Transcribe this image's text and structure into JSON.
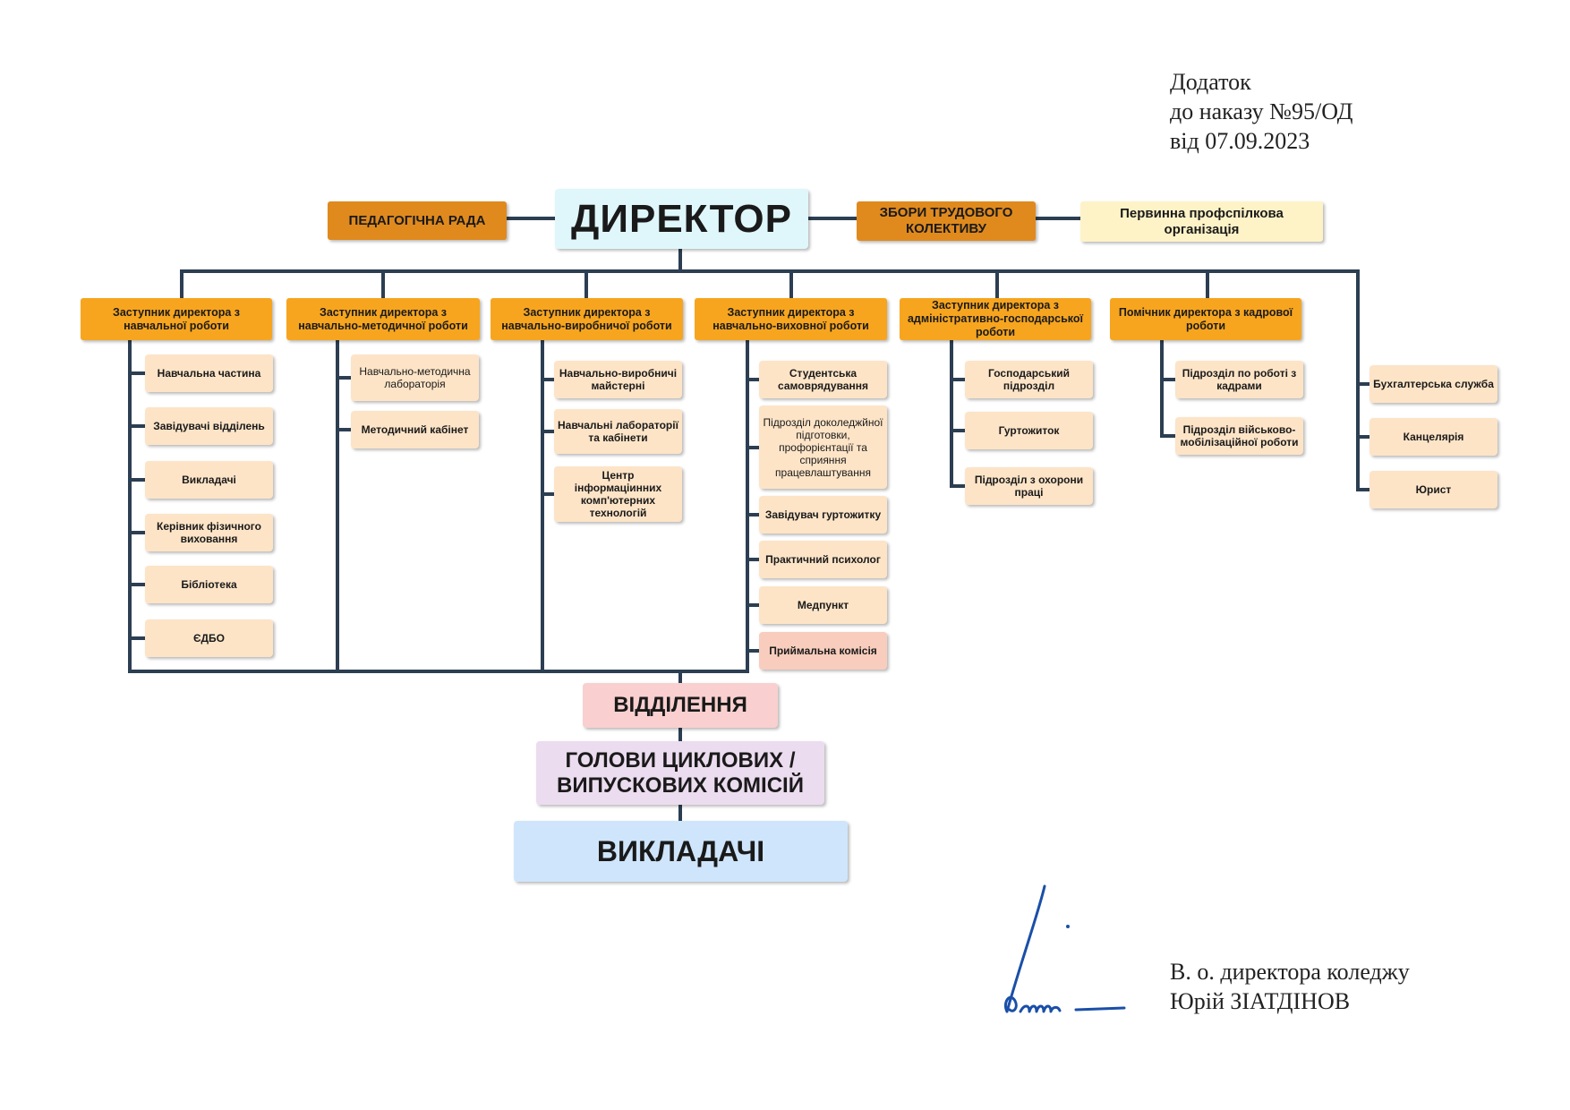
{
  "header": {
    "line1": "Додаток",
    "line2": "до наказу №95/ОД",
    "line3": "від 07.09.2023"
  },
  "colors": {
    "connector": "#2c3e52",
    "deputy": "#f7a51f",
    "council": "#e08a1e",
    "union": "#fef3c7",
    "unit": "#fde4c7",
    "unit_pink": "#f8cdbd",
    "director": "#dff7fb",
    "departments": "#f9d0cf",
    "heads": "#ecdcef",
    "teachers": "#cfe5fb",
    "signature_ink": "#1a4fa8"
  },
  "top": {
    "director": "ДИРЕКТОР",
    "ped_council": "ПЕДАГОГІЧНА РАДА",
    "labor_meeting": "ЗБОРИ ТРУДОВОГО КОЛЕКТИВУ",
    "union": "Первинна профспілкова організація"
  },
  "columns": [
    {
      "head": "Заступник директора з навчальної роботи",
      "units": [
        "Навчальна частина",
        "Завідувачі відділень",
        "Викладачі",
        "Керівник фізичного виховання",
        "Бібліотека",
        "ЄДБО"
      ]
    },
    {
      "head": "Заступник директора з навчально-методичної роботи",
      "units": [
        "Навчально-методична лабораторія",
        "Методичний кабінет"
      ]
    },
    {
      "head": "Заступник директора з навчально-виробничої роботи",
      "units": [
        "Навчально-виробничі майстерні",
        "Навчальні лабораторії та кабінети",
        "Центр інформаціинних комп'ютерних технологій"
      ]
    },
    {
      "head": "Заступник директора з навчально-виховної роботи",
      "units": [
        "Студентська самоврядування",
        "Підрозділ доколеджйної підготовки, профорієнтації та сприяння працевлаштування",
        "Завідувач гуртожитку",
        "Практичний психолог",
        "Медпункт",
        "Приймальна комісія"
      ]
    },
    {
      "head": "Заступник директора з адміністративно-господарської роботи",
      "units": [
        "Господарський підрозділ",
        "Гуртожиток",
        "Підрозділ з охорони праці"
      ]
    },
    {
      "head": "Помічник директора з кадрової роботи",
      "units": [
        "Підрозділ по роботі з кадрами",
        "Підрозділ військово-мобілізаційної роботи"
      ]
    },
    {
      "units": [
        "Бухгалтерська служба",
        "Канцелярія",
        "Юрист"
      ]
    }
  ],
  "bottom": {
    "departments": "ВІДДІЛЕННЯ",
    "heads_line1": "ГОЛОВИ ЦИКЛОВИХ /",
    "heads_line2": "ВИПУСКОВИХ КОМІСІЙ",
    "teachers": "ВИКЛАДАЧІ"
  },
  "signoff": {
    "line1": "В. о. директора коледжу",
    "line2": "Юрій ЗІАТДІНОВ"
  }
}
